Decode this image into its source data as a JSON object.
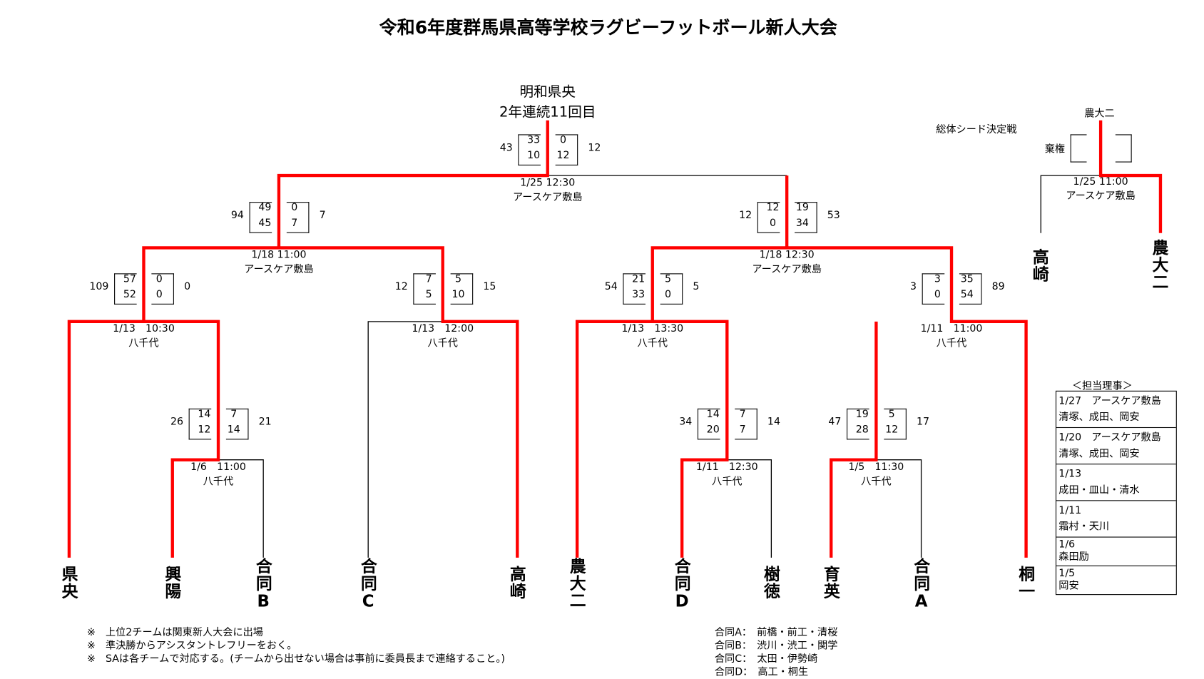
{
  "title": "令和6年度群馬県高等学校ラグビーフットボール新人大会",
  "champion": {
    "name": "明和県央",
    "note": "2年連続11回目"
  },
  "teams": [
    "県央",
    "興陽",
    "合同B",
    "合同C",
    "高崎",
    "農大二",
    "合同D",
    "樹徳",
    "育英",
    "合同A",
    "桐一"
  ],
  "matches": [
    {
      "id": "final",
      "date": "1/25 12:30",
      "venue": "アースケア敷島",
      "left_total": "43",
      "left_halves": [
        "33",
        "10"
      ],
      "right_halves": [
        "0",
        "12"
      ],
      "right_total": "12"
    },
    {
      "id": "sf1",
      "date": "1/18 11:00",
      "venue": "アースケア敷島",
      "left_total": "94",
      "left_halves": [
        "49",
        "45"
      ],
      "right_halves": [
        "0",
        "7"
      ],
      "right_total": "7"
    },
    {
      "id": "sf2",
      "date": "1/18 12:30",
      "venue": "アースケア敷島",
      "left_total": "12",
      "left_halves": [
        "12",
        "0"
      ],
      "right_halves": [
        "19",
        "34"
      ],
      "right_total": "53"
    },
    {
      "id": "qf1",
      "date": "1/13　10:30",
      "venue": "八千代",
      "left_total": "109",
      "left_halves": [
        "57",
        "52"
      ],
      "right_halves": [
        "0",
        "0"
      ],
      "right_total": "0"
    },
    {
      "id": "qf2",
      "date": "1/13　12:00",
      "venue": "八千代",
      "left_total": "12",
      "left_halves": [
        "7",
        "5"
      ],
      "right_halves": [
        "5",
        "10"
      ],
      "right_total": "15"
    },
    {
      "id": "qf3",
      "date": "1/13　13:30",
      "venue": "八千代",
      "left_total": "54",
      "left_halves": [
        "21",
        "33"
      ],
      "right_halves": [
        "5",
        "0"
      ],
      "right_total": "5"
    },
    {
      "id": "qf4",
      "date": "1/11　11:00",
      "venue": "八千代",
      "left_total": "3",
      "left_halves": [
        "3",
        "0"
      ],
      "right_halves": [
        "35",
        "54"
      ],
      "right_total": "89"
    },
    {
      "id": "r1a",
      "date": "1/6　11:00",
      "venue": "八千代",
      "left_total": "26",
      "left_halves": [
        "14",
        "12"
      ],
      "right_halves": [
        "7",
        "14"
      ],
      "right_total": "21"
    },
    {
      "id": "r1b",
      "date": "1/11　12:30",
      "venue": "八千代",
      "left_total": "34",
      "left_halves": [
        "14",
        "20"
      ],
      "right_halves": [
        "7",
        "7"
      ],
      "right_total": "14"
    },
    {
      "id": "r1c",
      "date": "1/5　11:30",
      "venue": "八千代",
      "left_total": "47",
      "left_halves": [
        "19",
        "28"
      ],
      "right_halves": [
        "5",
        "12"
      ],
      "right_total": "17"
    }
  ],
  "seed_match": {
    "title": "総体シード決定戦",
    "winner": "農大二",
    "forfeit": "棄権",
    "date": "1/25 11:00",
    "venue": "アースケア敷島",
    "teams": [
      "高崎",
      "農大二"
    ]
  },
  "officials": {
    "header": "＜担当理事＞",
    "rows": [
      {
        "line1": "1/27　アースケア敷島",
        "line2": "清塚、成田、岡安"
      },
      {
        "line1": "1/20　アースケア敷島",
        "line2": "清塚、成田、岡安"
      },
      {
        "line1": "1/13",
        "line2": "成田・皿山・清水"
      },
      {
        "line1": "1/11",
        "line2": "霜村・天川"
      },
      {
        "line1": "1/6",
        "line2": "森田励"
      },
      {
        "line1": "1/5",
        "line2": "岡安"
      }
    ]
  },
  "notes": [
    "※　上位2チームは関東新人大会に出場",
    "※　準決勝からアシスタントレフリーをおく。",
    "※　SAは各チームで対応する。(チームから出せない場合は事前に委員長まで連絡すること。)"
  ],
  "combined_teams": [
    "合同A：　前橋・前工・清桜",
    "合同B：　渋川・渋工・関学",
    "合同C：　太田・伊勢崎",
    "合同D：　高工・桐生"
  ],
  "colors": {
    "winner_line": "#ff0000",
    "line": "#000000"
  }
}
